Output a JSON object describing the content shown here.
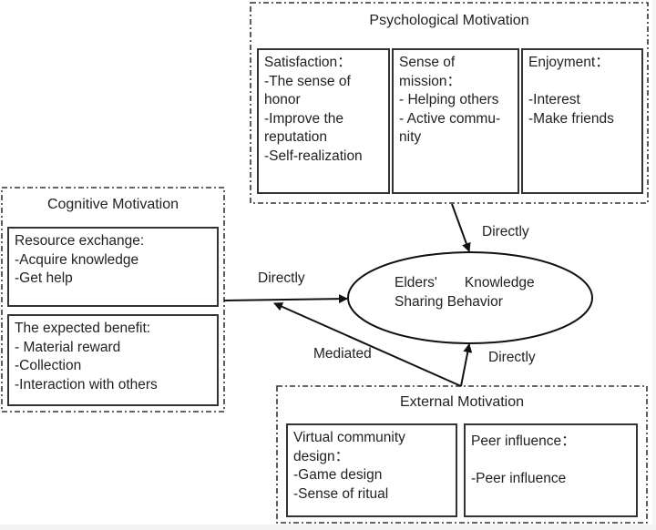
{
  "diagram": {
    "center": {
      "line1_a": "Elders'",
      "line1_b": "Knowledge",
      "line2": "Sharing Behavior"
    },
    "psychological": {
      "title": "Psychological Motivation",
      "boxes": [
        {
          "heading": "Satisfaction：",
          "items": [
            "-The sense of",
            "honor",
            "-Improve the",
            "reputation",
            "-Self-realization"
          ]
        },
        {
          "heading": "Sense of",
          "items": [
            "mission：",
            "- Helping others",
            "- Active commu-",
            "nity"
          ]
        },
        {
          "heading": "Enjoyment：",
          "items": [
            "",
            "-Interest",
            "-Make friends"
          ]
        }
      ]
    },
    "cognitive": {
      "title": "Cognitive Motivation",
      "boxes": [
        {
          "heading": "Resource exchange:",
          "items": [
            "-Acquire knowledge",
            "-Get help"
          ]
        },
        {
          "heading": "The expected benefit:",
          "items": [
            "- Material reward",
            "-Collection",
            "-Interaction with others"
          ]
        }
      ]
    },
    "external": {
      "title": "External Motivation",
      "boxes": [
        {
          "heading": "Virtual community",
          "items": [
            "design：",
            "-Game design",
            "-Sense of ritual"
          ]
        },
        {
          "heading": "Peer influence：",
          "items": [
            "",
            "-Peer influence"
          ]
        }
      ]
    },
    "edges": {
      "psych_to_center": "Directly",
      "cognitive_to_center": "Directly",
      "external_to_center": "Directly",
      "external_to_cognitive": "Mediated"
    }
  }
}
